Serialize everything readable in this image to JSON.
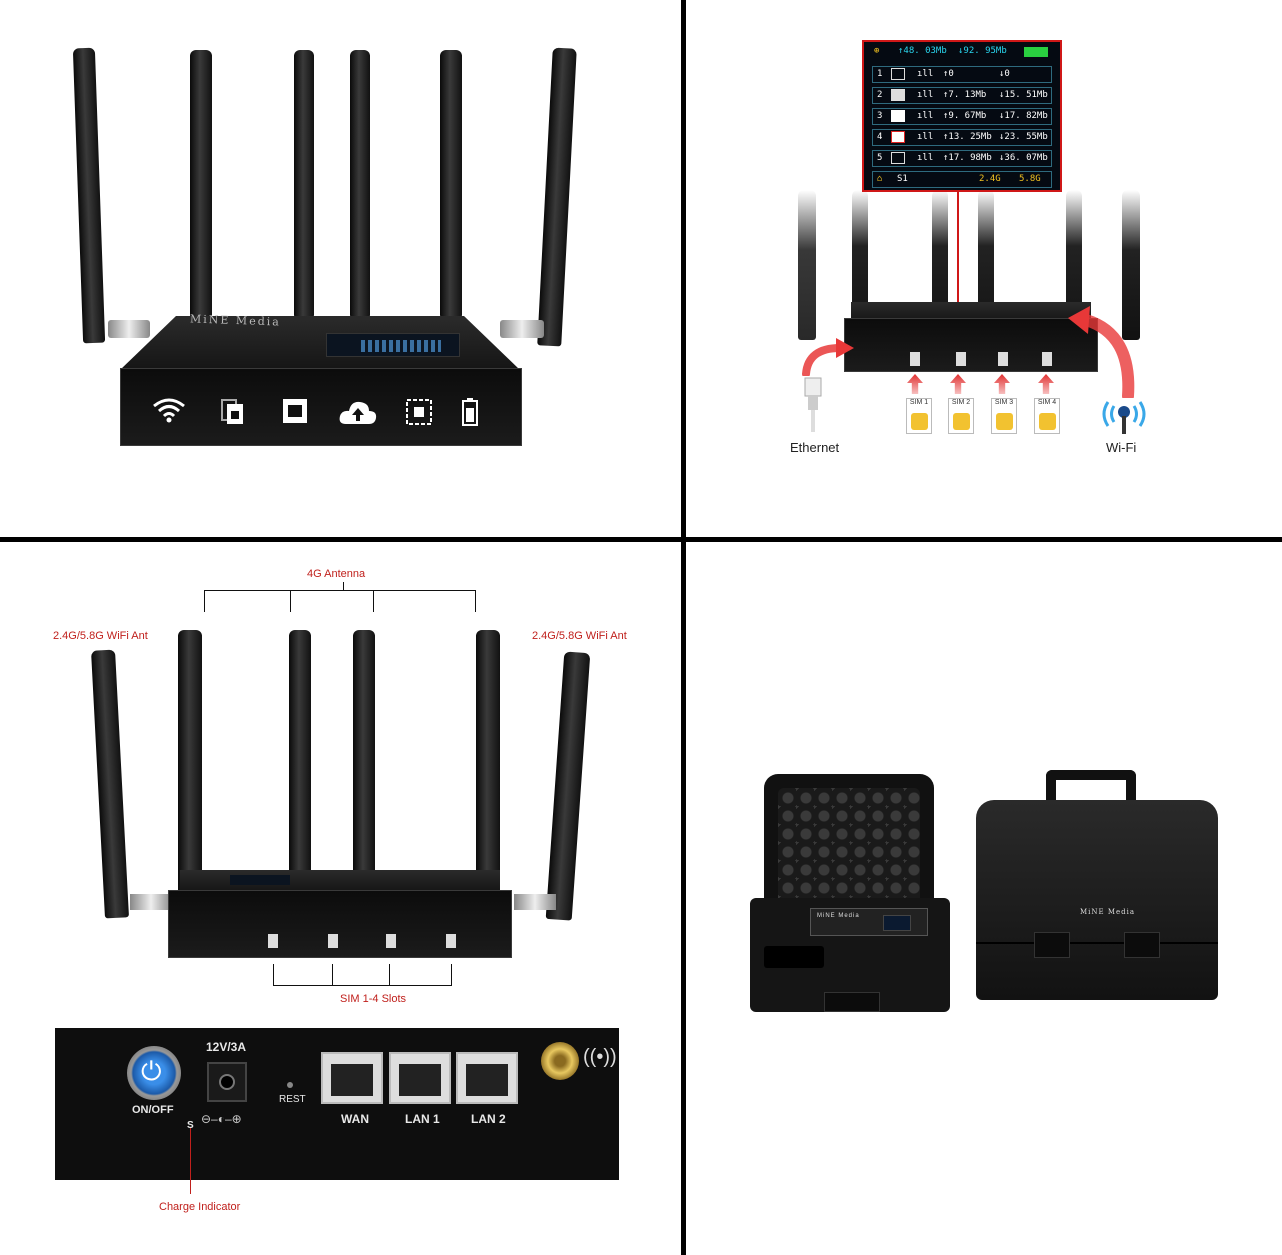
{
  "panel1": {
    "brand": "MiNE Media",
    "front_icons": [
      "wifi-icon",
      "sim-cards-icon",
      "ethernet-icon",
      "cloud-upload-icon",
      "network-icon",
      "battery-icon"
    ]
  },
  "panel2": {
    "lcd": {
      "total_up": "↑48. 03Mb",
      "total_down": "↓92. 95Mb",
      "rows": [
        {
          "index": "1",
          "up": "↑0",
          "down": "↓0"
        },
        {
          "index": "2",
          "up": "↑7. 13Mb",
          "down": "↓15. 51Mb"
        },
        {
          "index": "3",
          "up": "↑9. 67Mb",
          "down": "↓17. 82Mb"
        },
        {
          "index": "4",
          "up": "↑13. 25Mb",
          "down": "↓23. 55Mb"
        },
        {
          "index": "5",
          "up": "↑17. 98Mb",
          "down": "↓36. 07Mb"
        }
      ],
      "status_slot": "S1",
      "band_24": "2.4G",
      "band_58": "5.8G"
    },
    "sims": [
      "SIM 1",
      "SIM 2",
      "SIM 3",
      "SIM 4"
    ],
    "ethernet_label": "Ethernet",
    "wifi_label": "Wi-Fi"
  },
  "panel3": {
    "label_4g": "4G Antenna",
    "label_wifi_left": "2.4G/5.8G WiFi Ant",
    "label_wifi_right": "2.4G/5.8G WiFi Ant",
    "label_sim_slots": "SIM 1-4 Slots",
    "power_label": "12V/3A",
    "onoff_label": "ON/OFF",
    "reset_label": "REST",
    "s_label": "S",
    "ports": [
      "WAN",
      "LAN 1",
      "LAN 2"
    ],
    "charge_label": "Charge Indicator"
  },
  "panel4": {
    "case_brand": "MiNE Media"
  }
}
